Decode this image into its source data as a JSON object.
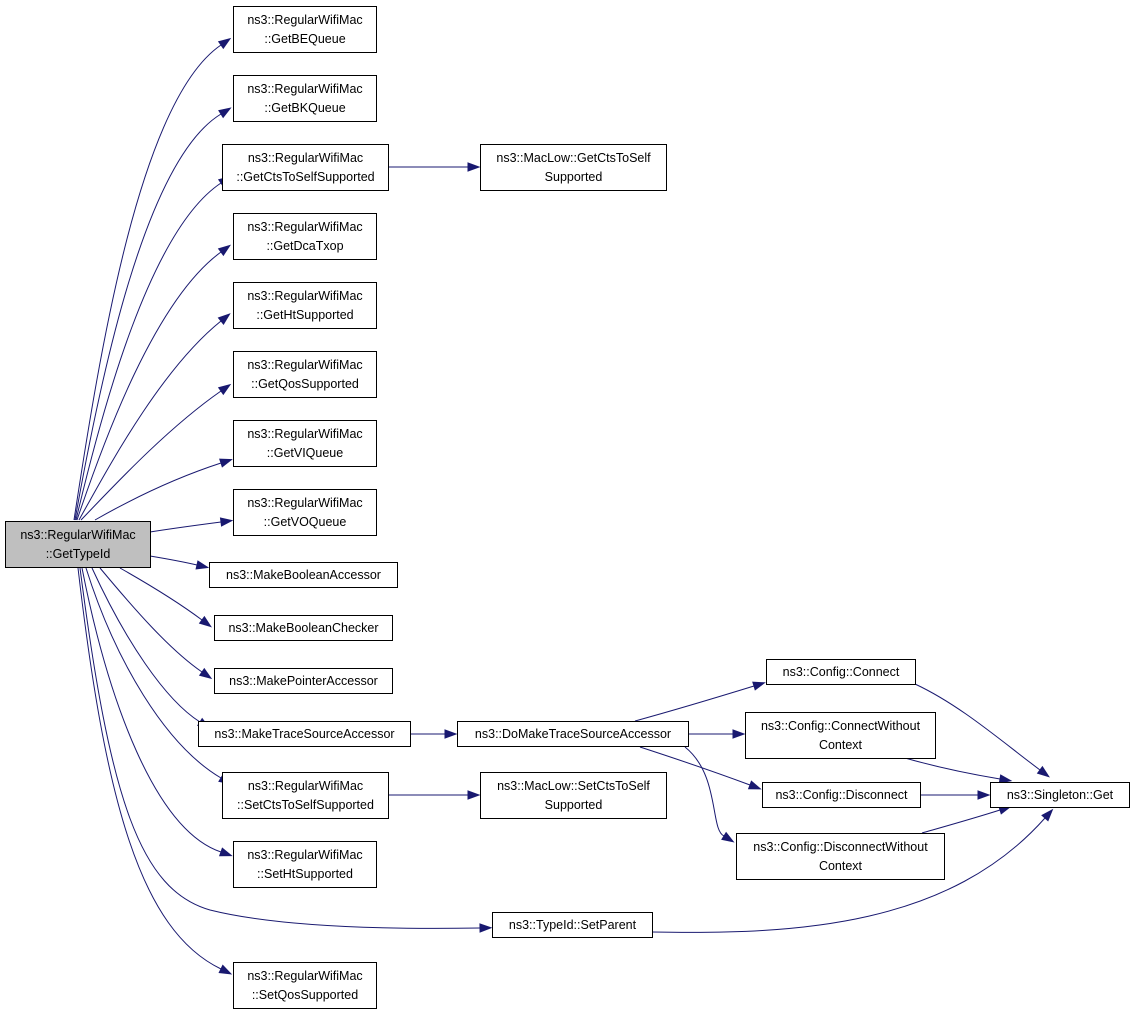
{
  "nodes": [
    {
      "id": "root",
      "lines": [
        "ns3::RegularWifiMac",
        "::GetTypeId"
      ],
      "root": true
    },
    {
      "id": "get-be-queue",
      "lines": [
        "ns3::RegularWifiMac",
        "::GetBEQueue"
      ]
    },
    {
      "id": "get-bk-queue",
      "lines": [
        "ns3::RegularWifiMac",
        "::GetBKQueue"
      ]
    },
    {
      "id": "get-cts-to-self-supported",
      "lines": [
        "ns3::RegularWifiMac",
        "::GetCtsToSelfSupported"
      ]
    },
    {
      "id": "get-dca-txop",
      "lines": [
        "ns3::RegularWifiMac",
        "::GetDcaTxop"
      ]
    },
    {
      "id": "get-ht-supported",
      "lines": [
        "ns3::RegularWifiMac",
        "::GetHtSupported"
      ]
    },
    {
      "id": "get-qos-supported",
      "lines": [
        "ns3::RegularWifiMac",
        "::GetQosSupported"
      ]
    },
    {
      "id": "get-vi-queue",
      "lines": [
        "ns3::RegularWifiMac",
        "::GetVIQueue"
      ]
    },
    {
      "id": "get-vo-queue",
      "lines": [
        "ns3::RegularWifiMac",
        "::GetVOQueue"
      ]
    },
    {
      "id": "make-boolean-accessor",
      "lines": [
        "ns3::MakeBooleanAccessor"
      ]
    },
    {
      "id": "make-boolean-checker",
      "lines": [
        "ns3::MakeBooleanChecker"
      ]
    },
    {
      "id": "make-pointer-accessor",
      "lines": [
        "ns3::MakePointerAccessor"
      ]
    },
    {
      "id": "make-trace-source-accessor",
      "lines": [
        "ns3::MakeTraceSourceAccessor"
      ]
    },
    {
      "id": "set-cts-to-self-supported",
      "lines": [
        "ns3::RegularWifiMac",
        "::SetCtsToSelfSupported"
      ]
    },
    {
      "id": "set-ht-supported",
      "lines": [
        "ns3::RegularWifiMac",
        "::SetHtSupported"
      ]
    },
    {
      "id": "set-qos-supported",
      "lines": [
        "ns3::RegularWifiMac",
        "::SetQosSupported"
      ]
    },
    {
      "id": "maclow-get-cts-to-self",
      "lines": [
        "ns3::MacLow::GetCtsToSelf",
        "Supported"
      ]
    },
    {
      "id": "maclow-set-cts-to-self",
      "lines": [
        "ns3::MacLow::SetCtsToSelf",
        "Supported"
      ]
    },
    {
      "id": "do-make-trace-source-accessor",
      "lines": [
        "ns3::DoMakeTraceSourceAccessor"
      ]
    },
    {
      "id": "typeid-set-parent",
      "lines": [
        "ns3::TypeId::SetParent"
      ]
    },
    {
      "id": "config-connect",
      "lines": [
        "ns3::Config::Connect"
      ]
    },
    {
      "id": "config-connect-without-context",
      "lines": [
        "ns3::Config::ConnectWithout",
        "Context"
      ]
    },
    {
      "id": "config-disconnect",
      "lines": [
        "ns3::Config::Disconnect"
      ]
    },
    {
      "id": "config-disconnect-without-context",
      "lines": [
        "ns3::Config::DisconnectWithout",
        "Context"
      ]
    },
    {
      "id": "singleton-get",
      "lines": [
        "ns3::Singleton::Get"
      ]
    }
  ],
  "edges": [
    {
      "from": "root",
      "to": "get-be-queue"
    },
    {
      "from": "root",
      "to": "get-bk-queue"
    },
    {
      "from": "root",
      "to": "get-cts-to-self-supported"
    },
    {
      "from": "root",
      "to": "get-dca-txop"
    },
    {
      "from": "root",
      "to": "get-ht-supported"
    },
    {
      "from": "root",
      "to": "get-qos-supported"
    },
    {
      "from": "root",
      "to": "get-vi-queue"
    },
    {
      "from": "root",
      "to": "get-vo-queue"
    },
    {
      "from": "root",
      "to": "make-boolean-accessor"
    },
    {
      "from": "root",
      "to": "make-boolean-checker"
    },
    {
      "from": "root",
      "to": "make-pointer-accessor"
    },
    {
      "from": "root",
      "to": "make-trace-source-accessor"
    },
    {
      "from": "root",
      "to": "set-cts-to-self-supported"
    },
    {
      "from": "root",
      "to": "set-ht-supported"
    },
    {
      "from": "root",
      "to": "typeid-set-parent"
    },
    {
      "from": "root",
      "to": "set-qos-supported"
    },
    {
      "from": "get-cts-to-self-supported",
      "to": "maclow-get-cts-to-self"
    },
    {
      "from": "make-trace-source-accessor",
      "to": "do-make-trace-source-accessor"
    },
    {
      "from": "set-cts-to-self-supported",
      "to": "maclow-set-cts-to-self"
    },
    {
      "from": "do-make-trace-source-accessor",
      "to": "config-connect"
    },
    {
      "from": "do-make-trace-source-accessor",
      "to": "config-connect-without-context"
    },
    {
      "from": "do-make-trace-source-accessor",
      "to": "config-disconnect"
    },
    {
      "from": "do-make-trace-source-accessor",
      "to": "config-disconnect-without-context"
    },
    {
      "from": "config-connect",
      "to": "singleton-get"
    },
    {
      "from": "config-connect-without-context",
      "to": "singleton-get"
    },
    {
      "from": "config-disconnect",
      "to": "singleton-get"
    },
    {
      "from": "config-disconnect-without-context",
      "to": "singleton-get"
    },
    {
      "from": "typeid-set-parent",
      "to": "singleton-get"
    }
  ],
  "colors": {
    "edge": "#191970",
    "root_fill": "#bfbfbf",
    "node_fill": "#ffffff",
    "border": "#000000"
  }
}
